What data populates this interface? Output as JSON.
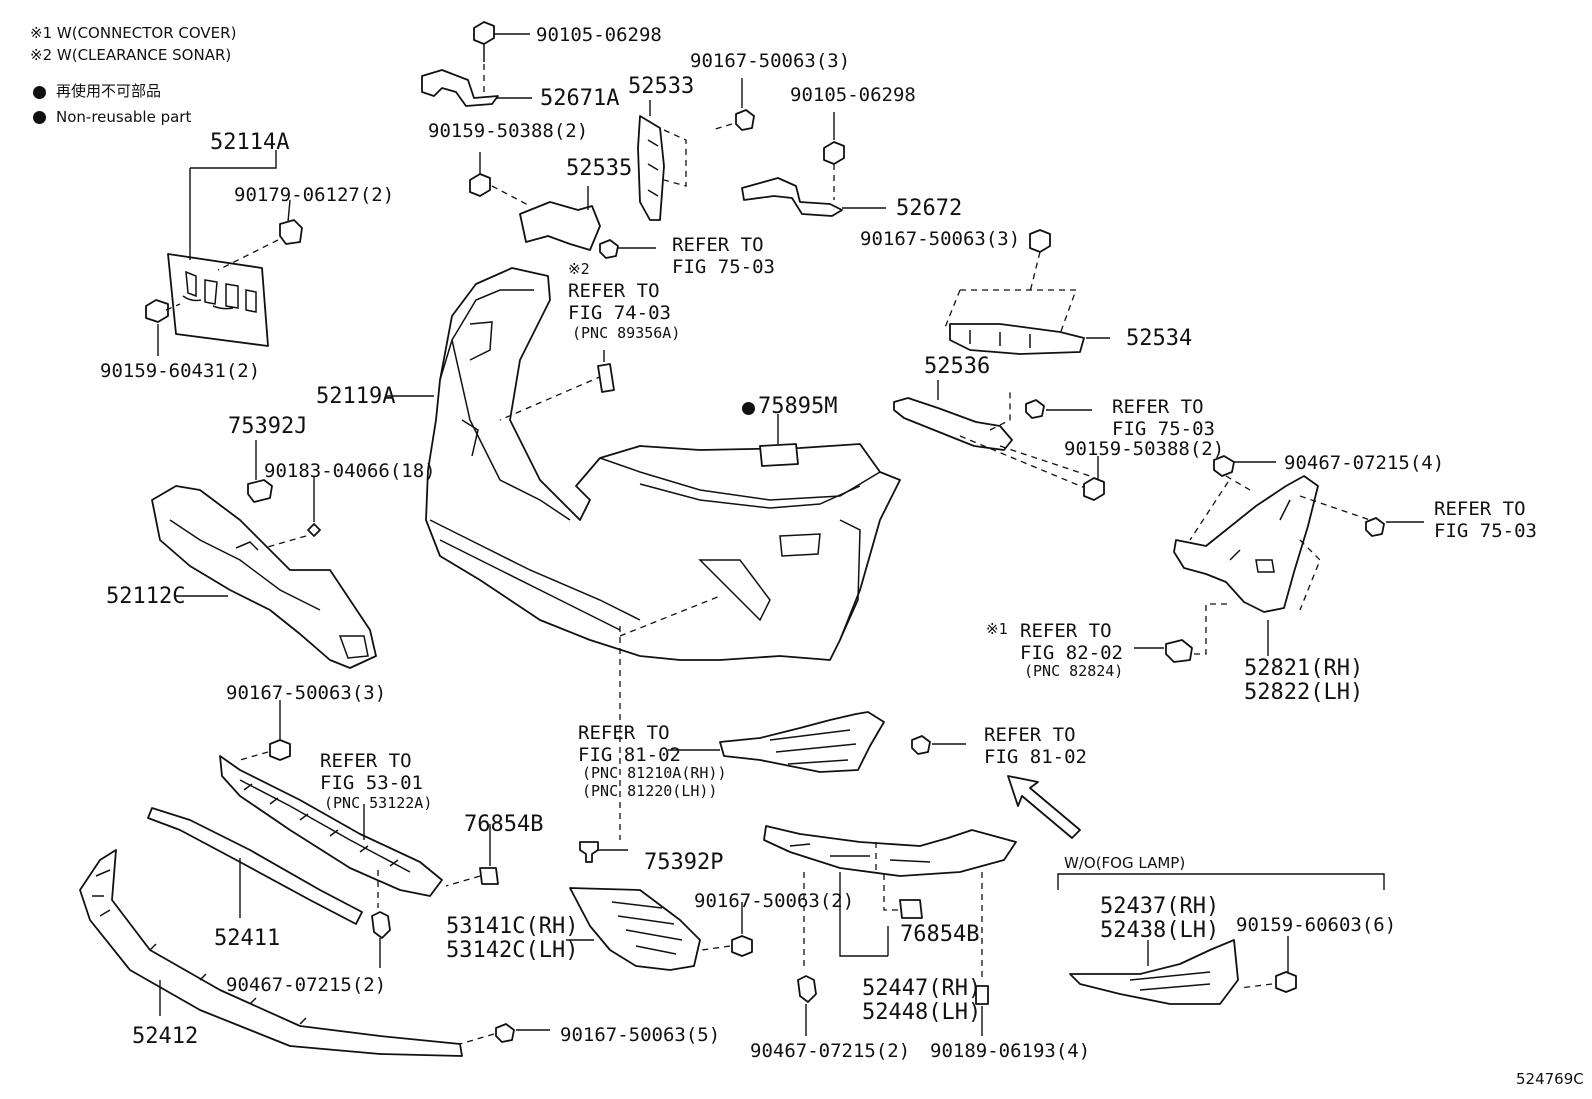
{
  "notes": {
    "note1": "※1 W(CONNECTOR COVER)",
    "note2": "※2 W(CLEARANCE SONAR)",
    "legend_jp": "再使用不可部品",
    "legend_en": "Non-reusable part"
  },
  "labels": {
    "p90105_06298_a": "90105-06298",
    "p52671A": "52671A",
    "p90167_50063_3a": "90167-50063(3)",
    "p52533": "52533",
    "p90105_06298_b": "90105-06298",
    "p90159_50388_2a": "90159-50388(2)",
    "p52535": "52535",
    "p52672": "52672",
    "p52114A": "52114A",
    "p90179_06127_2": "90179-06127(2)",
    "ref_75_03_a_1": "REFER TO",
    "ref_75_03_a_2": "FIG 75-03",
    "p90167_50063_3b": "90167-50063(3)",
    "sonar_mark": "※2",
    "ref_74_03_1": "REFER TO",
    "ref_74_03_2": "FIG 74-03",
    "ref_74_03_pnc": "(PNC 89356A)",
    "p52534": "52534",
    "p90159_60431_2": "90159-60431(2)",
    "p52119A": "52119A",
    "p52536": "52536",
    "p75895M": "75895M",
    "ref_75_03_b_1": "REFER TO",
    "ref_75_03_b_2": "FIG 75-03",
    "p90159_50388_2b": "90159-50388(2)",
    "p75392J": "75392J",
    "p90183_04066_18": "90183-04066(18)",
    "p90467_07215_4": "90467-07215(4)",
    "ref_75_03_c_1": "REFER TO",
    "ref_75_03_c_2": "FIG 75-03",
    "p52112C": "52112C",
    "conn_mark": "※1",
    "ref_82_02_1": "REFER TO",
    "ref_82_02_2": "FIG 82-02",
    "ref_82_02_pnc": "(PNC 82824)",
    "p52821_RH": "52821(RH)",
    "p52822_LH": "52822(LH)",
    "p90167_50063_3c": "90167-50063(3)",
    "ref_81_02_a_1": "REFER TO",
    "ref_81_02_a_2": "FIG 81-02",
    "ref_81_02_pnc1": "(PNC 81210A(RH))",
    "ref_81_02_pnc2": "(PNC 81220(LH))",
    "ref_81_02_b_1": "REFER TO",
    "ref_81_02_b_2": "FIG 81-02",
    "ref_53_01_1": "REFER TO",
    "ref_53_01_2": "FIG 53-01",
    "ref_53_01_pnc": "(PNC 53122A)",
    "p76854B_a": "76854B",
    "p75392P": "75392P",
    "wo_fog": "W/O(FOG LAMP)",
    "p90167_50063_2": "90167-50063(2)",
    "p52411": "52411",
    "p53141C_RH": "53141C(RH)",
    "p53142C_LH": "53142C(LH)",
    "p76854B_b": "76854B",
    "p52437_RH": "52437(RH)",
    "p52438_LH": "52438(LH)",
    "p90159_60603_6": "90159-60603(6)",
    "p90467_07215_2a": "90467-07215(2)",
    "p52447_RH": "52447(RH)",
    "p52448_LH": "52448(LH)",
    "p52412": "52412",
    "p90167_50063_5": "90167-50063(5)",
    "p90467_07215_2b": "90467-07215(2)",
    "p90189_06193_4": "90189-06193(4)",
    "diagram_code": "524769C"
  }
}
